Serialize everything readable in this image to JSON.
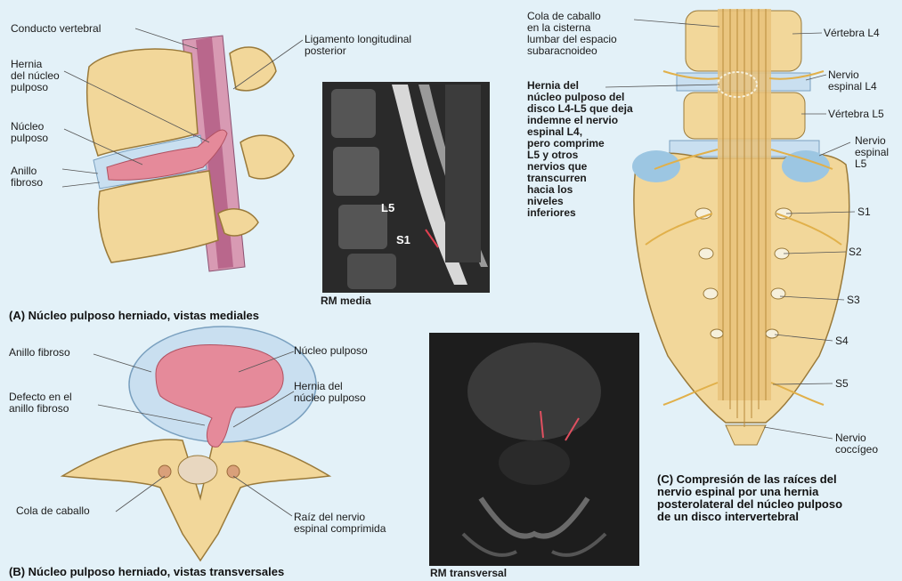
{
  "panel_a": {
    "labels": {
      "conducto_vertebral": "Conducto vertebral",
      "ligamento": "Ligamento longitudinal\nposterior",
      "hernia_nucleo": "Hernia\ndel núcleo\npulposo",
      "nucleo_pulposo": "Núcleo\npulposo",
      "anillo_fibroso": "Anillo\nfibroso",
      "l5": "L5",
      "s1": "S1",
      "rm_media": "RM media"
    },
    "caption": "(A) Núcleo pulposo herniado, vistas mediales"
  },
  "panel_b": {
    "labels": {
      "anillo_fibroso": "Anillo fibroso",
      "nucleo_pulposo": "Núcleo pulposo",
      "defecto": "Defecto en el\nanillo fibroso",
      "hernia": "Hernia del\nnúcleo pulposo",
      "cola_caballo": "Cola de caballo",
      "raiz": "Raíz del nervio\nespinal comprimida",
      "rm_transversal": "RM transversal"
    },
    "caption": "(B) Núcleo pulposo herniado, vistas transversales"
  },
  "panel_c": {
    "labels": {
      "cola_cisterna": "Cola de caballo\nen la cisterna\nlumbar del espacio\nsubaracnoideo",
      "hernia_disco": "Hernia del\nnúcleo pulposo del\ndisco L4-L5 que deja\nindemne el nervio\nespinal L4,\npero comprime\nL5 y otros\nnervios que\ntranscurren\nhacia los\nniveles\ninferiores",
      "vertebra_l4": "Vértebra L4",
      "nervio_l4": "Nervio\nespinal L4",
      "vertebra_l5": "Vértebra L5",
      "nervio_l5": "Nervio\nespinal\nL5",
      "s1": "S1",
      "s2": "S2",
      "s3": "S3",
      "s4": "S4",
      "s5": "S5",
      "coccigeo": "Nervio\ncoccígeo"
    },
    "caption": "(C) Compresión de las raíces del\nnervio espinal por una hernia\nposterolateral del núcleo pulposo\nde un disco intervertebral"
  },
  "colors": {
    "background": "#e3f1f8",
    "bone": "#f2d79a",
    "nucleus": "#e58a9a",
    "annulus": "#c9dff0",
    "dura": "#c66b8c"
  }
}
